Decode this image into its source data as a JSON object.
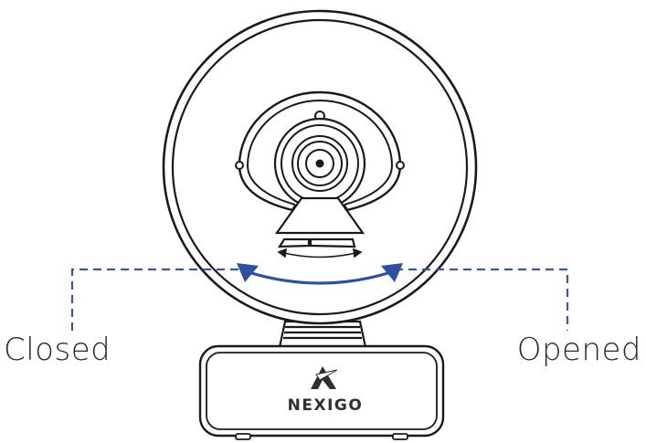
{
  "labels": {
    "closed": "Closed",
    "opened": "Opened"
  },
  "brand": {
    "name": "NEXIGO"
  },
  "colors": {
    "line": "#1a1a1a",
    "accent": "#2f4f9f",
    "dashed": "#3b5a94",
    "text": "#2b2b2b"
  },
  "icons": {
    "logo": "nexigo-logo-icon",
    "arrows": "double-arrow-icon"
  }
}
